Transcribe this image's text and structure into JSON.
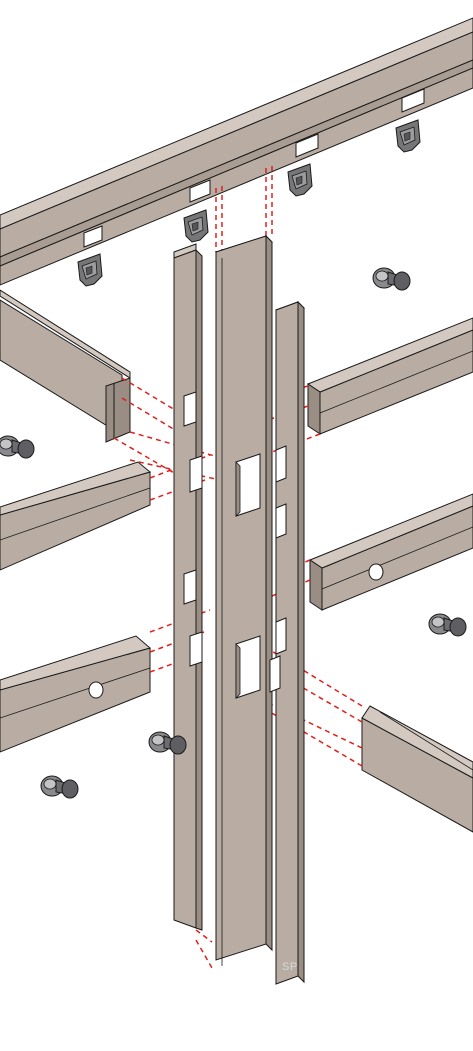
{
  "diagram": {
    "type": "exploded-isometric-assembly",
    "colors": {
      "panel_face": "#b9aca2",
      "panel_top": "#cfc5bd",
      "panel_side": "#9a8d83",
      "outline": "#1a1a1a",
      "guide_lines": "#e0201c",
      "hardware": "#6d6d70",
      "background": "#ffffff"
    },
    "parts": [
      "top-rail",
      "left-post",
      "center-post",
      "right-post",
      "left-rail-upper",
      "left-rail-middle",
      "left-rail-lower",
      "right-rail-upper",
      "right-rail-middle",
      "right-rail-lower",
      "slot-clip",
      "connector-bolt"
    ],
    "watermark": "SP"
  }
}
